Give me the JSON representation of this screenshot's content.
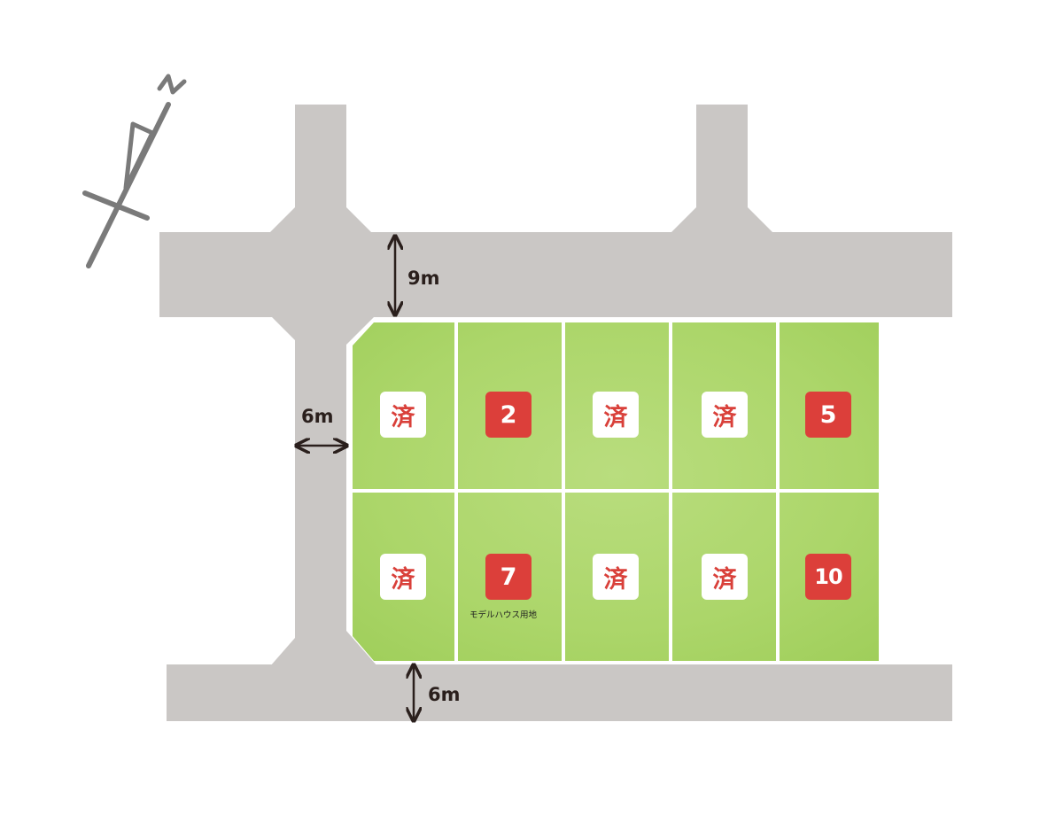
{
  "compass": {
    "north_label": "N"
  },
  "dimensions": {
    "north_road_width": "9m",
    "west_road_width": "6m",
    "south_road_width": "6m"
  },
  "lots": [
    {
      "id": 1,
      "status": "sold",
      "label": "済"
    },
    {
      "id": 2,
      "status": "available",
      "label": "2"
    },
    {
      "id": 3,
      "status": "sold",
      "label": "済"
    },
    {
      "id": 4,
      "status": "sold",
      "label": "済"
    },
    {
      "id": 5,
      "status": "available",
      "label": "5"
    },
    {
      "id": 6,
      "status": "sold",
      "label": "済"
    },
    {
      "id": 7,
      "status": "available",
      "label": "7",
      "note": "モデルハウス用地"
    },
    {
      "id": 8,
      "status": "sold",
      "label": "済"
    },
    {
      "id": 9,
      "status": "sold",
      "label": "済"
    },
    {
      "id": 10,
      "status": "available",
      "label": "10"
    }
  ],
  "colors": {
    "road": "#cac7c5",
    "lot_green": "#acd66a",
    "sold_text": "#d9403a",
    "available_bg": "#dc3f3a",
    "arrow": "#2a1f1c",
    "compass": "#7a7a7a"
  }
}
